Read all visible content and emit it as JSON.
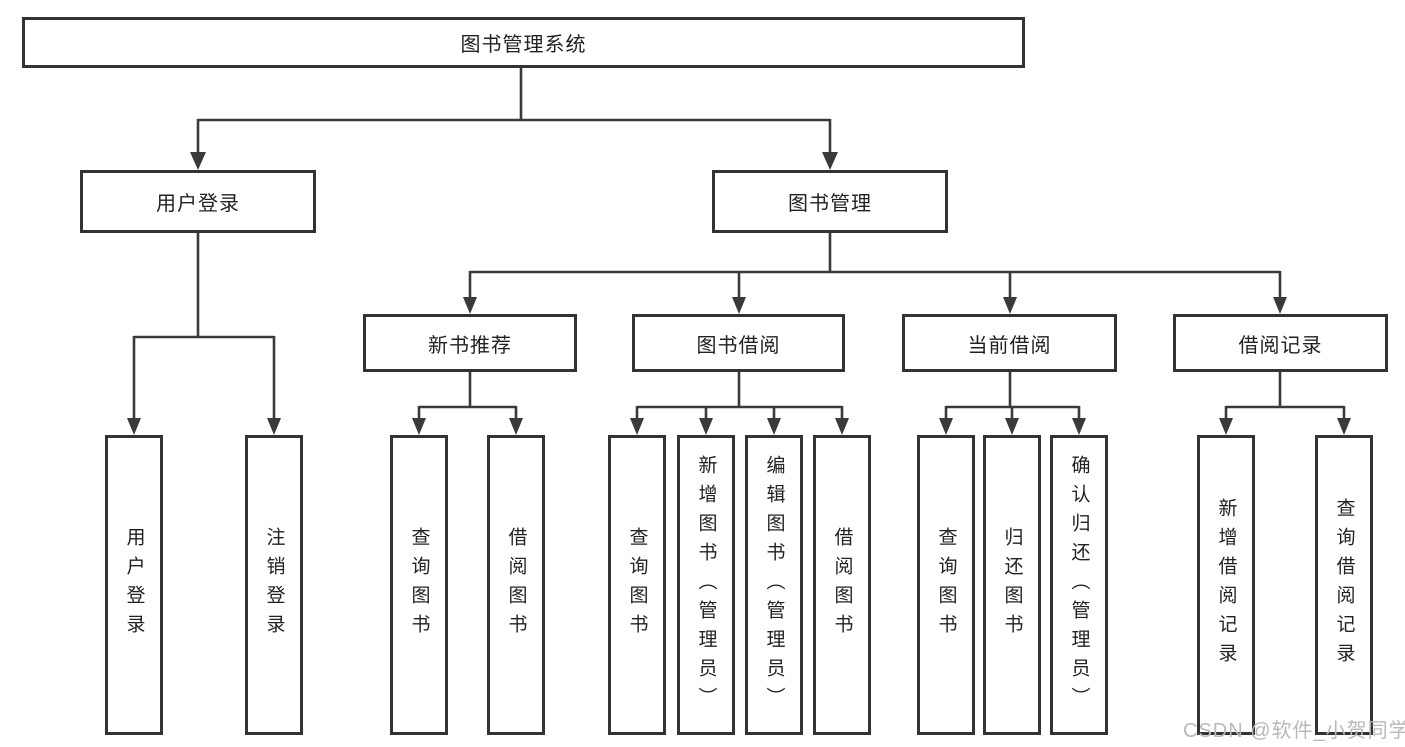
{
  "diagram_type": "hierarchy-tree",
  "tree": {
    "label": "图书管理系统",
    "children": [
      {
        "label": "用户登录",
        "children": [
          {
            "label": "用户登录"
          },
          {
            "label": "注销登录"
          }
        ]
      },
      {
        "label": "图书管理",
        "children": [
          {
            "label": "新书推荐",
            "children": [
              {
                "label": "查询图书"
              },
              {
                "label": "借阅图书"
              }
            ]
          },
          {
            "label": "图书借阅",
            "children": [
              {
                "label": "查询图书"
              },
              {
                "label": "新增图书（管理员）"
              },
              {
                "label": "编辑图书（管理员）"
              },
              {
                "label": "借阅图书"
              }
            ]
          },
          {
            "label": "当前借阅",
            "children": [
              {
                "label": "查询图书"
              },
              {
                "label": "归还图书"
              },
              {
                "label": "确认归还（管理员）"
              }
            ]
          },
          {
            "label": "借阅记录",
            "children": [
              {
                "label": "新增借阅记录"
              },
              {
                "label": "查询借阅记录"
              }
            ]
          }
        ]
      }
    ]
  },
  "watermark": {
    "text": "CSDN @软件_小贺同学"
  },
  "colors": {
    "background": "#ffffff",
    "box_border": "#333333",
    "connector_line": "#3a3a3a",
    "text": "#222222",
    "watermark": "#b9b9b9"
  }
}
